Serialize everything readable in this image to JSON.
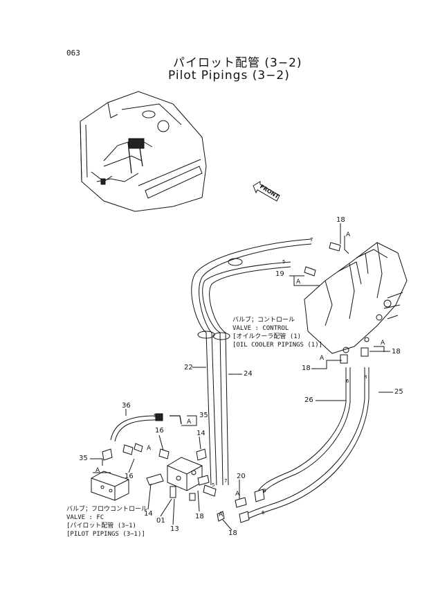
{
  "page_number": "063",
  "title_jp": "パイロット配管 (3−2)",
  "title_en": "Pilot Pipings (3−2)",
  "front_label": "FRONT",
  "control_valve_note": {
    "line1": "バルブ；コントロール",
    "line2": "VALVE : CONTROL",
    "line3": "[オイルクーラ配管 (1)",
    "line4": "[OIL COOLER PIPINGS (1)]"
  },
  "fc_valve_note": {
    "line1": "バルブ；フロウコントロール",
    "line2": "VALVE : FC",
    "line3": "[パイロット配管 (3−1)",
    "line4": "[PILOT PIPINGS (3−1)]"
  },
  "callouts": {
    "c18a": "18",
    "c19": "19",
    "c18b": "18",
    "c18c": "18",
    "c22": "22",
    "c24": "24",
    "c25": "25",
    "c26": "26",
    "c36": "36",
    "c35a": "35",
    "c35b": "35",
    "c16a": "16",
    "c14a": "14",
    "c16b": "16",
    "c20": "20",
    "c14b": "14",
    "c01": "01",
    "c13": "13",
    "c18d": "18",
    "c18e": "18"
  },
  "ref_letters": {
    "a1": "A",
    "a2": "A",
    "a3": "A",
    "a4": "A",
    "a5": "A",
    "a6": "A",
    "a7": "A",
    "a8": "A",
    "a9": "A"
  },
  "hose_marks": {
    "m7a": "7",
    "m5a": "5",
    "m5b": "5",
    "m7b": "7",
    "m8a": "8",
    "m6a": "6",
    "m8b": "8",
    "m6b": "6",
    "m5c": "5"
  }
}
